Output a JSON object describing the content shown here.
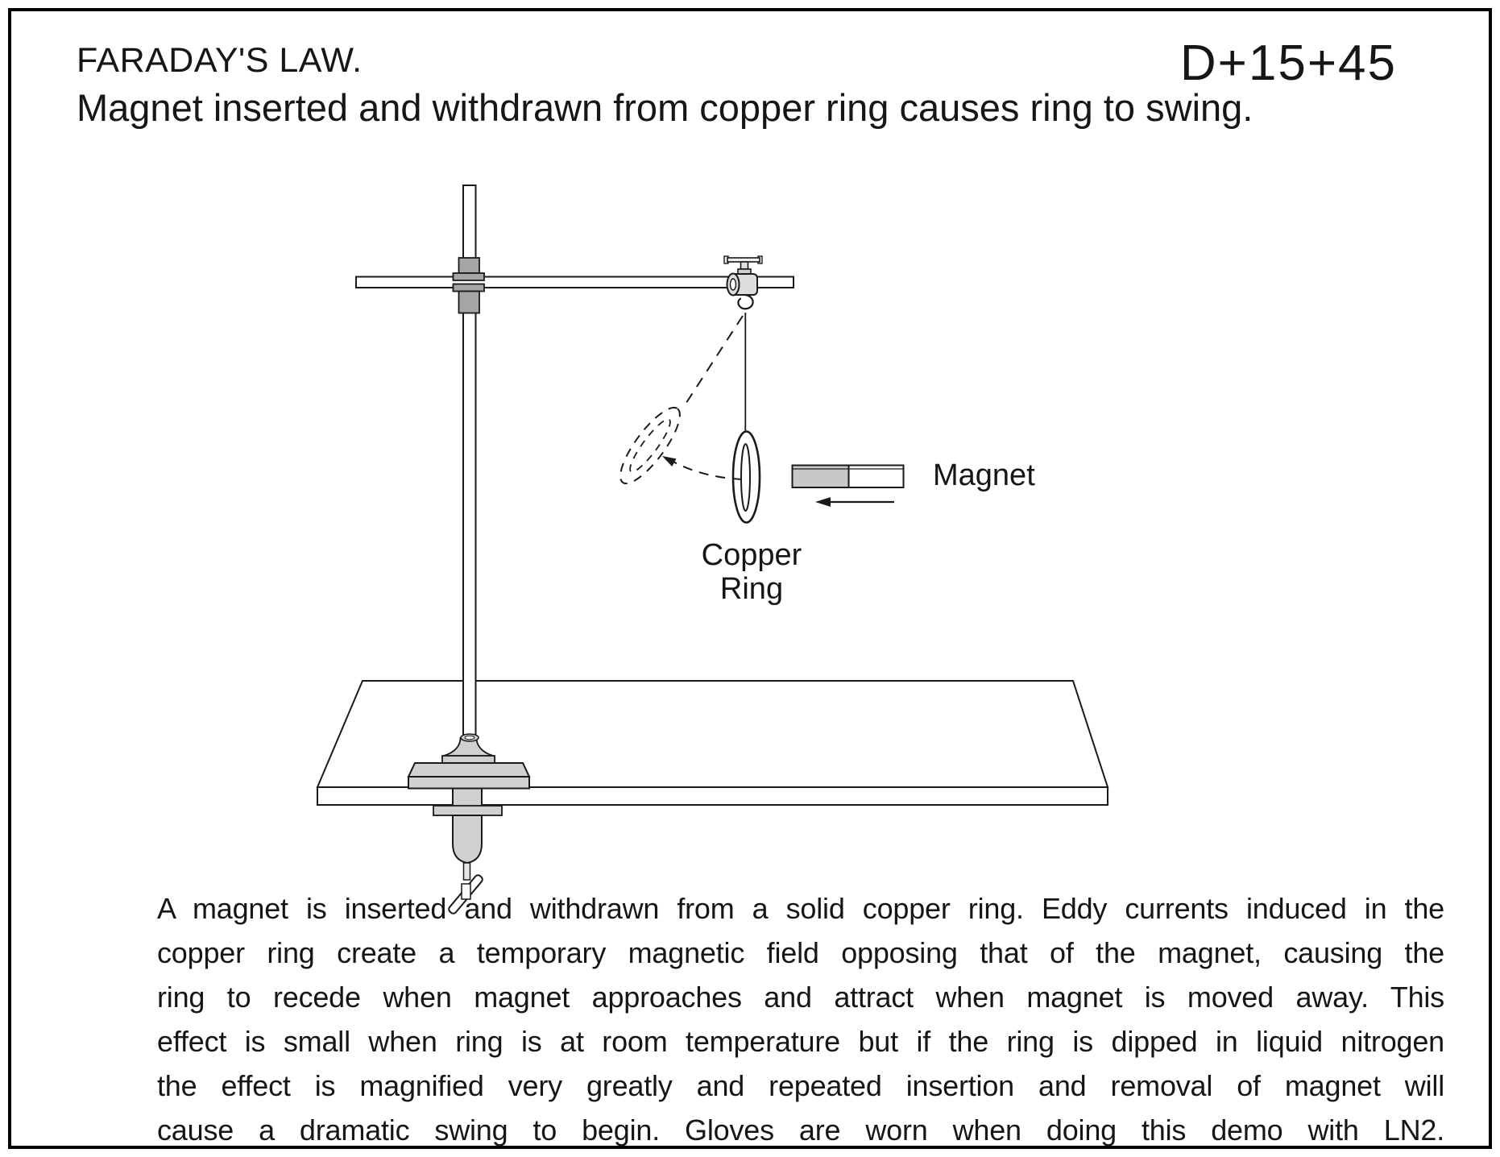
{
  "header": {
    "title": "FARADAY'S LAW.",
    "catalog_code": "D+15+45",
    "subtitle": "Magnet inserted and withdrawn from copper ring causes ring to swing."
  },
  "diagram": {
    "labels": {
      "magnet": "Magnet",
      "copper_ring_1": "Copper",
      "copper_ring_2": "Ring"
    },
    "icons": [
      "lab-stand",
      "crossbar",
      "rod-clamp",
      "swivel-clamp",
      "hook",
      "string",
      "copper-ring",
      "ghost-ring-swung",
      "swing-arc-arrow",
      "bar-magnet",
      "motion-arrow",
      "lab-table",
      "table-clamp"
    ]
  },
  "description_lines": [
    "A magnet is inserted and withdrawn from a solid copper ring. Eddy currents induced in the",
    "copper ring create a temporary magnetic field opposing that of the magnet, causing the",
    "ring to recede when magnet approaches and attract when magnet is moved away.  This",
    "effect is small when ring is at room temperature but if the ring is dipped in liquid nitrogen",
    "the effect is magnified very greatly and repeated insertion and removal of magnet will",
    "cause a dramatic swing to begin.  Gloves are worn when doing this demo with LN2."
  ],
  "colors": {
    "ink": "#1a1a1a",
    "background": "#ffffff",
    "clamp_dark_gray": "#a6a6a6",
    "fitting_light_gray": "#d0d0d0",
    "swivel_gray": "#dcdcdc",
    "magnet_gray": "#c8c8c8"
  }
}
